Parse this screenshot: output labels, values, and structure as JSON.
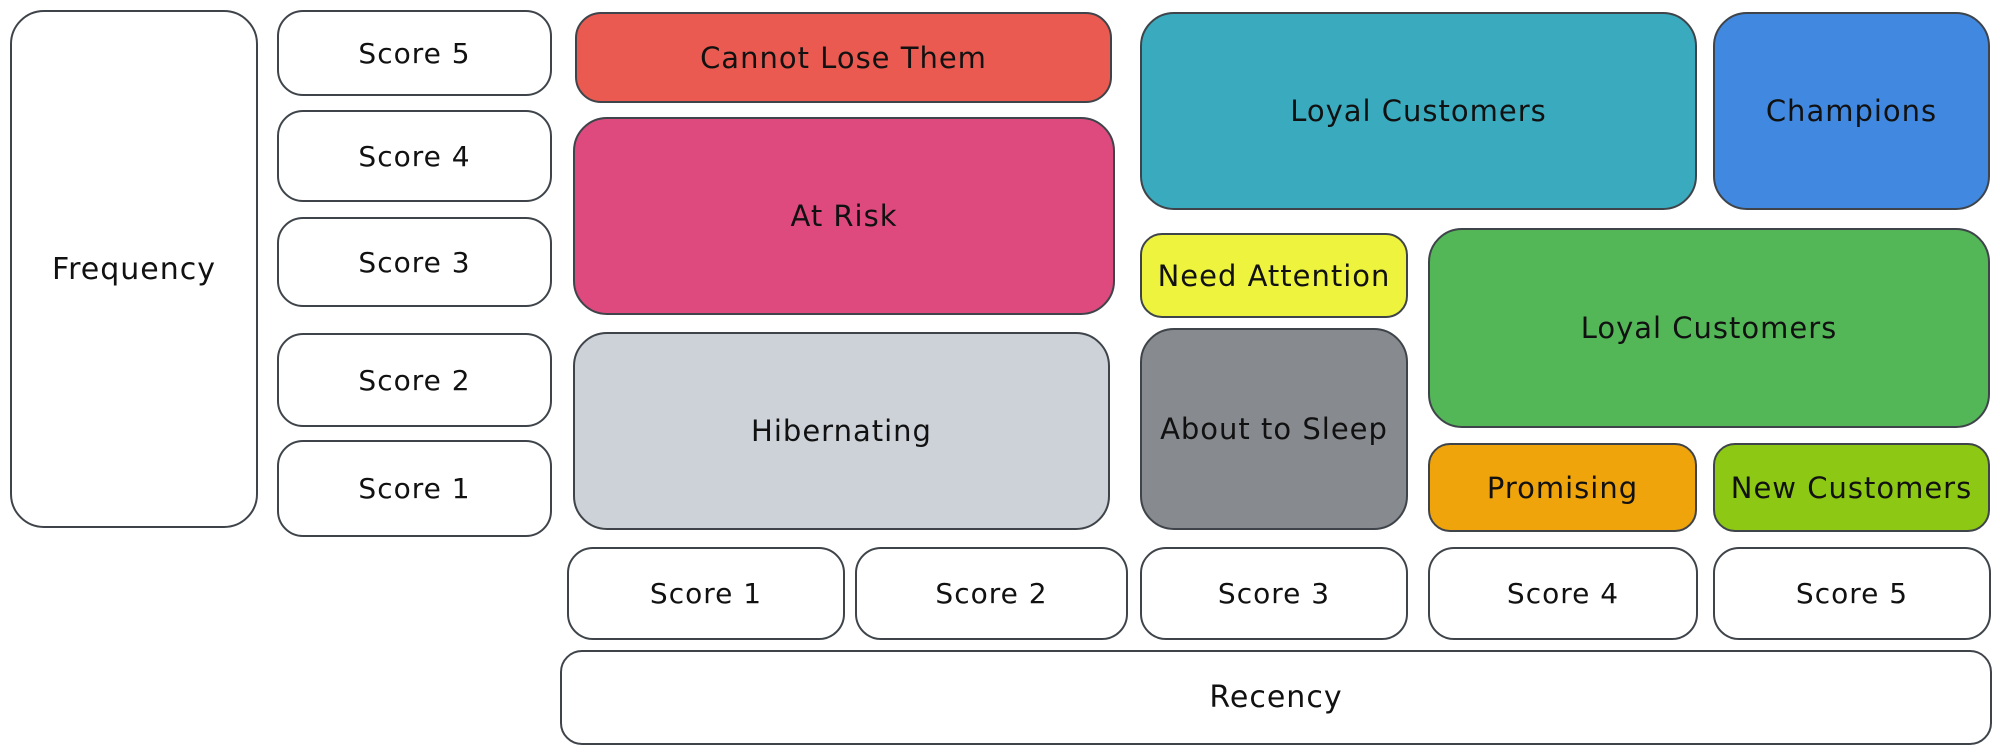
{
  "axes": {
    "frequency": {
      "label": "Frequency",
      "scores": [
        "Score 5",
        "Score 4",
        "Score 3",
        "Score 2",
        "Score 1"
      ]
    },
    "recency": {
      "label": "Recency",
      "scores": [
        "Score 1",
        "Score 2",
        "Score 3",
        "Score 4",
        "Score 5"
      ]
    }
  },
  "segments": [
    {
      "label": "Cannot Lose Them",
      "color": "#ea5a50"
    },
    {
      "label": "At Risk",
      "color": "#de4a7e"
    },
    {
      "label": "Hibernating",
      "color": "#cdd2d8"
    },
    {
      "label": "Loyal Customers",
      "color": "#3aabbf"
    },
    {
      "label": "Champions",
      "color": "#4189e0"
    },
    {
      "label": "Need Attention",
      "color": "#eef43e"
    },
    {
      "label": "Loyal Customers",
      "color": "#53b757"
    },
    {
      "label": "About to Sleep",
      "color": "#878a8e"
    },
    {
      "label": "Promising",
      "color": "#f0a40b"
    },
    {
      "label": "New Customers",
      "color": "#8cc814"
    }
  ],
  "colors": {
    "background": "#ffffff",
    "stroke": "#3e444a",
    "text": "#111111"
  }
}
